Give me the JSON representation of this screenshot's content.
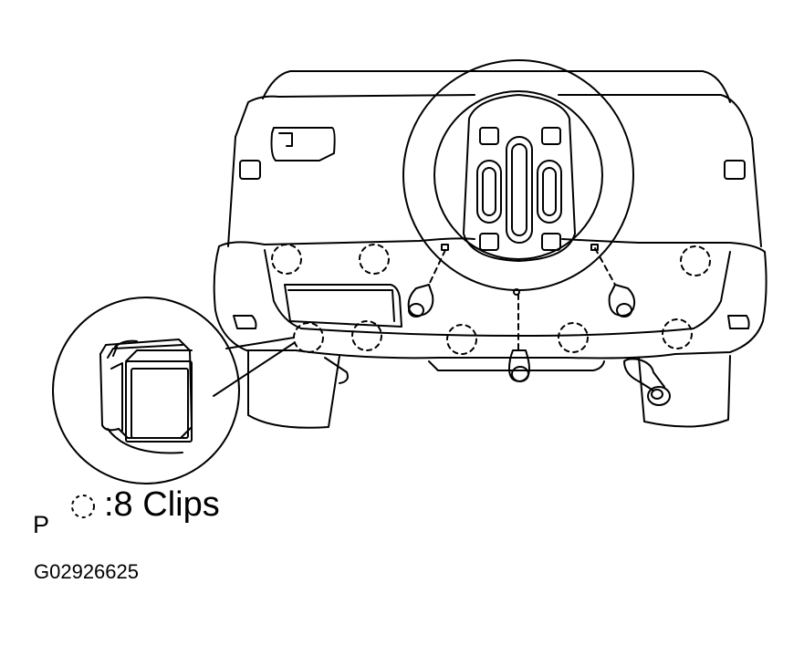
{
  "figure": {
    "view_letter": "P",
    "legend_text": ":8 Clips",
    "figure_id": "G02926625"
  },
  "colors": {
    "line": "#000000",
    "background": "#ffffff"
  },
  "icons": {
    "legend_symbol": "dashed-circle-icon"
  }
}
